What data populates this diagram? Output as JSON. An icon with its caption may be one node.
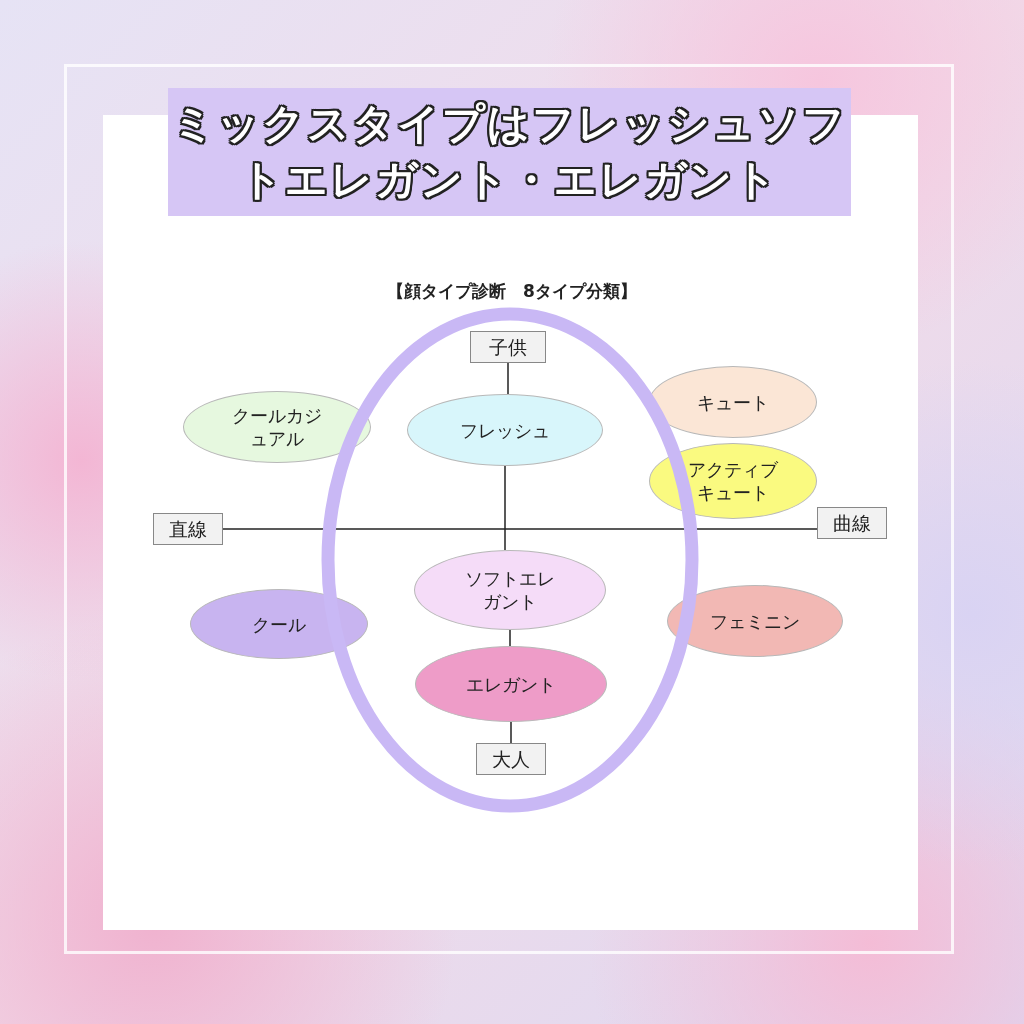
{
  "diagram": {
    "title": "ミックスタイプはフレッシュソフトエレガント・エレガント",
    "nodes": [
      {
        "text": [
          "子供"
        ]
      },
      {
        "text": [
          "クールカジュアル"
        ]
      },
      {
        "text": [
          "フレッシュ"
        ]
      },
      {
        "text": [
          "キュート"
        ]
      },
      {
        "text": [
          "アクティブキュート"
        ]
      },
      {
        "text": [
          "直線"
        ]
      },
      {
        "text": [
          "曲線"
        ]
      },
      {
        "text": [
          "ソフトエレガント"
        ]
      },
      {
        "text": [
          "クール"
        ]
      },
      {
        "text": [
          "フェミニン"
        ]
      },
      {
        "text": [
          "エレガント"
        ]
      },
      {
        "text": [
          "大人"
        ]
      }
    ],
    "edges": [
      {
        "from": 0,
        "to": 2,
        "arrow": "none"
      },
      {
        "from": 2,
        "to": 7,
        "arrow": "none"
      },
      {
        "from": 7,
        "to": 10,
        "arrow": "none"
      },
      {
        "from": 10,
        "to": 11,
        "arrow": "none"
      },
      {
        "from": 5,
        "to": 6,
        "arrow": "none"
      }
    ],
    "labels": [
      "【顔タイプ診断　8タイプ分類】"
    ]
  }
}
